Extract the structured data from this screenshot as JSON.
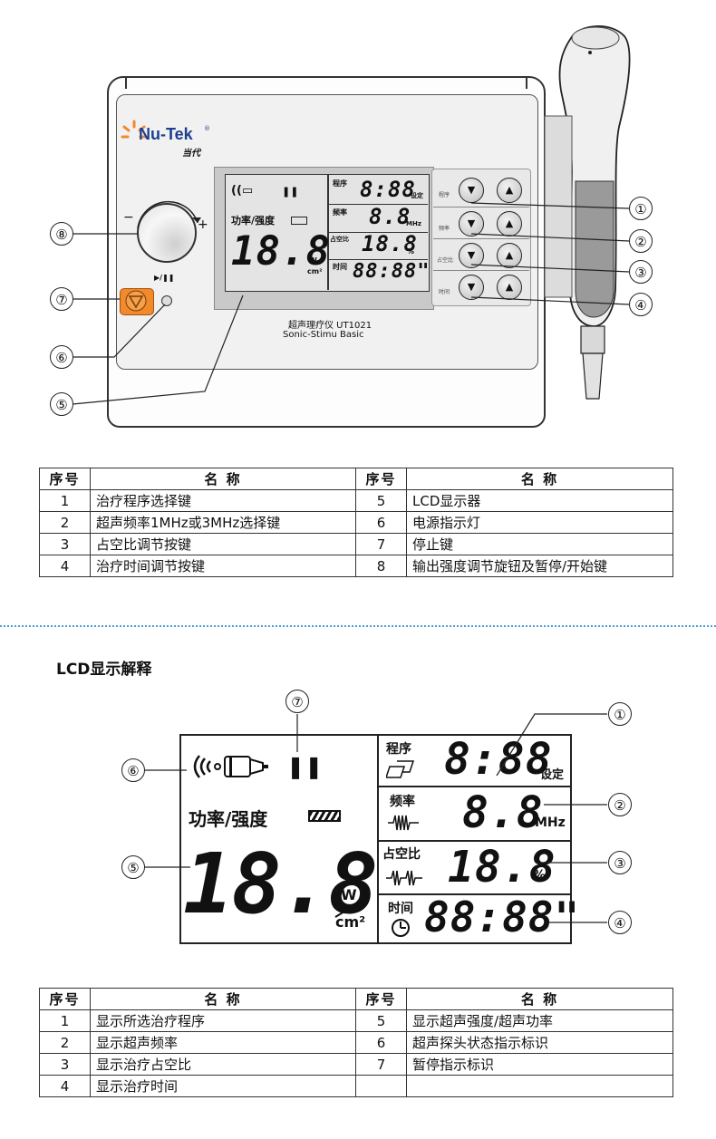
{
  "device": {
    "brand": "Nu-Tek",
    "brand_cn": "当代",
    "registered_mark": "®",
    "model_cn": "超声理疗仪 UT1021",
    "model_en": "Sonic-Stimu Basic",
    "knob_minus": "−",
    "knob_plus": "+",
    "play_pause_symbol": "▶/❚❚",
    "lcd": {
      "program_label": "程序",
      "program_value": "8:88",
      "set_label": "设定",
      "freq_label": "频率",
      "freq_value": "8.8",
      "freq_unit": "MHz",
      "duty_label": "占空比",
      "duty_value": "18.8",
      "duty_unit": "%",
      "time_label": "时间",
      "time_value": "88:88\"",
      "power_label": "功率/强度",
      "power_value": "18.8",
      "power_unit_top": "W",
      "power_unit_bottom": "cm²",
      "pause_symbol": "❚❚"
    },
    "controls": [
      {
        "caption": "程序",
        "down": "▼",
        "up": "▲"
      },
      {
        "caption": "频率",
        "down": "▼",
        "up": "▲"
      },
      {
        "caption": "占空比",
        "down": "▼",
        "up": "▲"
      },
      {
        "caption": "时间",
        "down": "▼",
        "up": "▲"
      }
    ],
    "callouts": [
      "①",
      "②",
      "③",
      "④",
      "⑤",
      "⑥",
      "⑦",
      "⑧"
    ]
  },
  "table1": {
    "headers": [
      "序号",
      "名 称",
      "序号",
      "名 称"
    ],
    "rows": [
      [
        "1",
        "治疗程序选择键",
        "5",
        "LCD显示器"
      ],
      [
        "2",
        "超声频率1MHz或3MHz选择键",
        "6",
        "电源指示灯"
      ],
      [
        "3",
        "占空比调节按键",
        "7",
        "停止键"
      ],
      [
        "4",
        "治疗时间调节按键",
        "8",
        "输出强度调节旋钮及暂停/开始键"
      ]
    ]
  },
  "section_title": "LCD显示解释",
  "lcd_large": {
    "program_label": "程序",
    "program_value": "8:88",
    "set_label": "设定",
    "freq_label": "频率",
    "freq_value": "8.8",
    "freq_unit": "MHz",
    "duty_label": "占空比",
    "duty_value": "18.8",
    "duty_unit": "%",
    "time_label": "时间",
    "time_value": "88:88\"",
    "power_label": "功率/强度",
    "power_value": "18.8",
    "power_unit_top": "W",
    "power_unit_bottom": "cm²",
    "pause_symbol": "❚❚"
  },
  "table2": {
    "headers": [
      "序号",
      "名 称",
      "序号",
      "名 称"
    ],
    "rows": [
      [
        "1",
        "显示所选治疗程序",
        "5",
        "显示超声强度/超声功率"
      ],
      [
        "2",
        "显示超声频率",
        "6",
        "超声探头状态指示标识"
      ],
      [
        "3",
        "显示治疗占空比",
        "7",
        "暂停指示标识"
      ],
      [
        "4",
        "显示治疗时间",
        "",
        ""
      ]
    ]
  },
  "colors": {
    "accent_orange": "#f08a2a",
    "brand_blue": "#1e3f8f",
    "divider_blue": "#4a9ad8",
    "lcd_bg": "#c9c9c9",
    "device_body": "#e9e9e9"
  }
}
